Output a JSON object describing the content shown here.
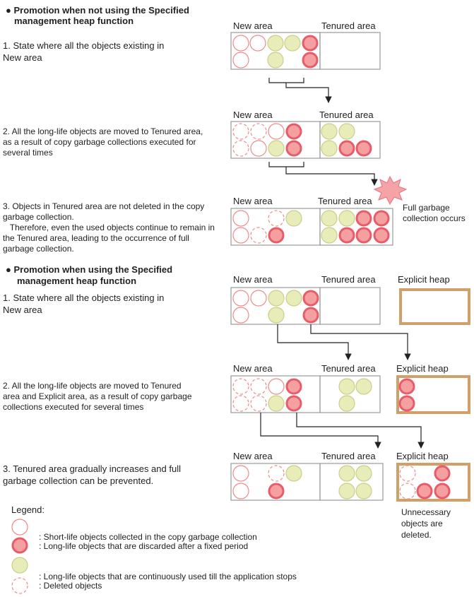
{
  "section1": {
    "heading": "● Promotion when not using the Specified management heap function",
    "heading_line1": "● Promotion when not using the Specified",
    "heading_line2": "management heap function",
    "step1_line1": "1. State where all the objects existing in",
    "step1_line2": "New area",
    "step2_line1": "2. All the long-life objects are moved to Tenured area,",
    "step2_line2": "as a result of copy garbage collections executed for",
    "step2_line3": "several times",
    "step3_line1": "3. Objects in Tenured area are not deleted in the copy",
    "step3_line2": "garbage collection.",
    "step3_line3": "   Therefore, even the used objects continue to remain in",
    "step3_line4": "the Tenured area, leading to the occurrence of full",
    "step3_line5": "garbage collection.",
    "full_gc_line1": "Full garbage",
    "full_gc_line2": "collection occurs"
  },
  "section2": {
    "heading_line1": "● Promotion when using the Specified",
    "heading_line2": "management heap function",
    "step1_line1": "1. State where all the objects existing in",
    "step1_line2": "New area",
    "step2_line1": "2.  All the long-life objects are moved to Tenured",
    "step2_line2": "area and Explicit area, as a result of copy garbage",
    "step2_line3": "collections executed for several times",
    "step3_line1": "3. Tenured area gradually increases and full",
    "step3_line2": "garbage collection can be prevented.",
    "unnecessary_line1": "Unnecessary",
    "unnecessary_line2": "objects are",
    "unnecessary_line3": "deleted."
  },
  "area_labels": {
    "new": "New area",
    "tenured": "Tenured area",
    "explicit": "Explicit heap"
  },
  "legend": {
    "title": "Legend:",
    "items": [
      {
        "type": "short-life",
        "text": ": Short-life objects collected in the copy garbage collection"
      },
      {
        "type": "long-life-fixed",
        "text": ": Long-life objects that are discarded after a fixed period"
      },
      {
        "type": "long-life-continuous",
        "text": ": Long-life objects that are continuously used till the application stops"
      },
      {
        "type": "deleted",
        "text": ": Deleted objects"
      }
    ]
  },
  "colors": {
    "short_life_stroke": "#f08a8a",
    "long_fixed_fill": "#f4a0a0",
    "long_fixed_stroke": "#e85c6a",
    "long_continuous_fill": "#e8ecb8",
    "long_continuous_stroke": "#c9cf8a",
    "box_stroke": "#9a9a9a",
    "explicit_stroke": "#d1a06a",
    "burst_fill": "#f6a3a8",
    "burst_stroke": "#e87080"
  }
}
